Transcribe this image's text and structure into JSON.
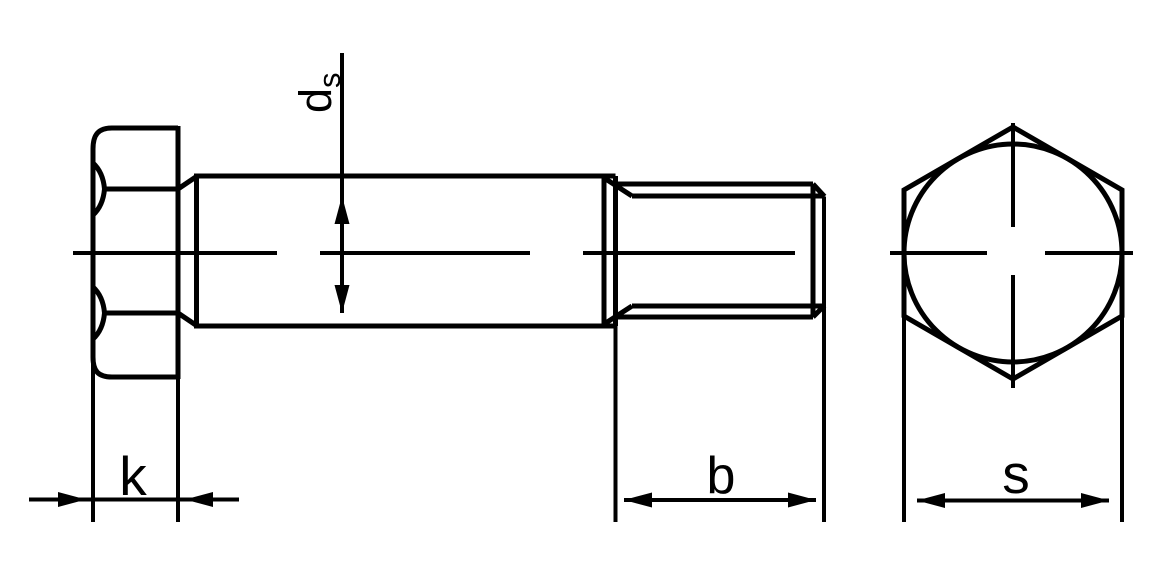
{
  "diagram": {
    "type": "technical-drawing",
    "subject": "Hexagon head shoulder screw, side view and hex end view",
    "background_color": "#ffffff",
    "line_color": "#000000",
    "labels": {
      "shank_diameter_main": "d",
      "shank_diameter_sub": "s",
      "head_height": "k",
      "thread_length": "b",
      "width_across_flats": "s"
    }
  }
}
